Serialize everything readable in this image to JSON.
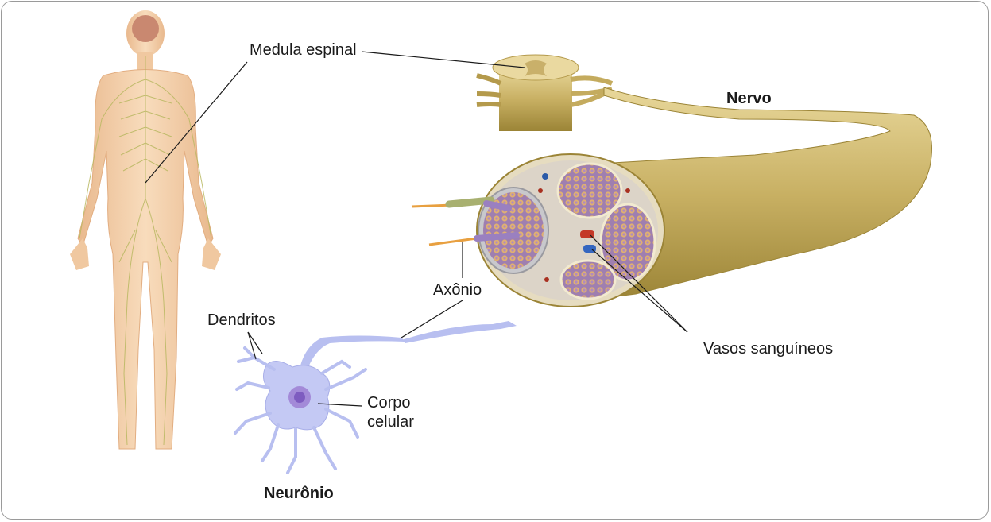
{
  "labels": {
    "medula_espinal": "Medula espinal",
    "nervo": "Nervo",
    "axonio": "Axônio",
    "dendritos": "Dendritos",
    "corpo": "Corpo",
    "celular": "celular",
    "vasos_sanguineos": "Vasos sanguíneos",
    "neuronio": "Neurônio"
  },
  "colors": {
    "skin": "#f2c9a0",
    "nerve": "#c9b46a",
    "nerve_dark": "#a38d3c",
    "neuron": "#b8bff0",
    "leader_line": "#1a1a1a"
  }
}
